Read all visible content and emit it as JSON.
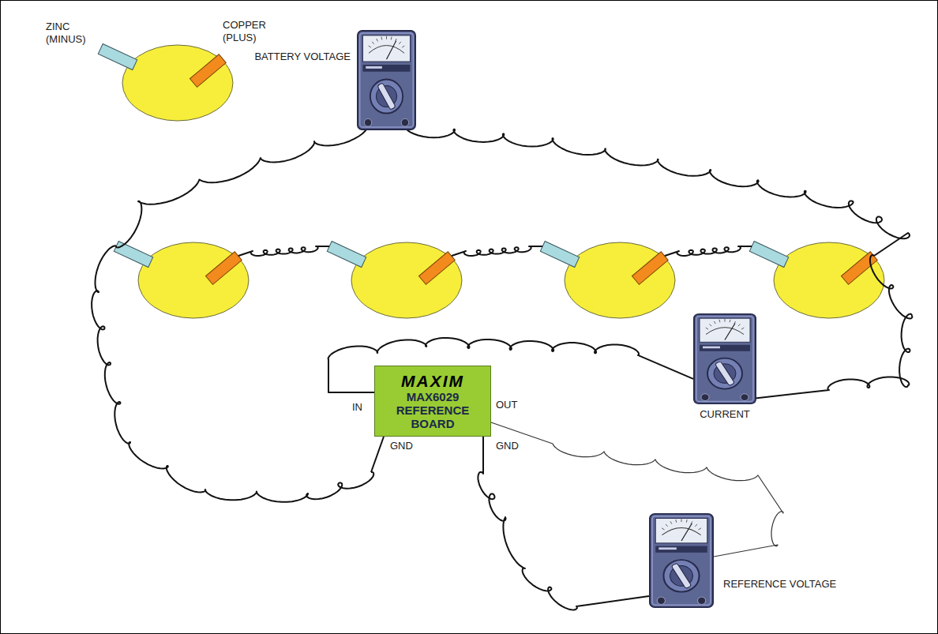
{
  "diagram": {
    "nodes": [
      {
        "text": [
          "BATTERY VOLTAGE"
        ]
      },
      {
        "text": [
          "MAXIM",
          "MAX6029 REFERENCE BOARD"
        ]
      },
      {
        "text": [
          "CURRENT"
        ]
      },
      {
        "text": [
          "REFERENCE VOLTAGE"
        ]
      }
    ],
    "edges": [
      {
        "from": 2,
        "to": 1,
        "arrow": "none"
      },
      {
        "from": 1,
        "to": 3,
        "arrow": "none"
      },
      {
        "from": 1,
        "to": 3,
        "arrow": "none"
      }
    ],
    "labels": [
      "ZINC (MINUS)",
      "COPPER (PLUS)",
      "IN",
      "OUT",
      "GND",
      "GND"
    ]
  }
}
